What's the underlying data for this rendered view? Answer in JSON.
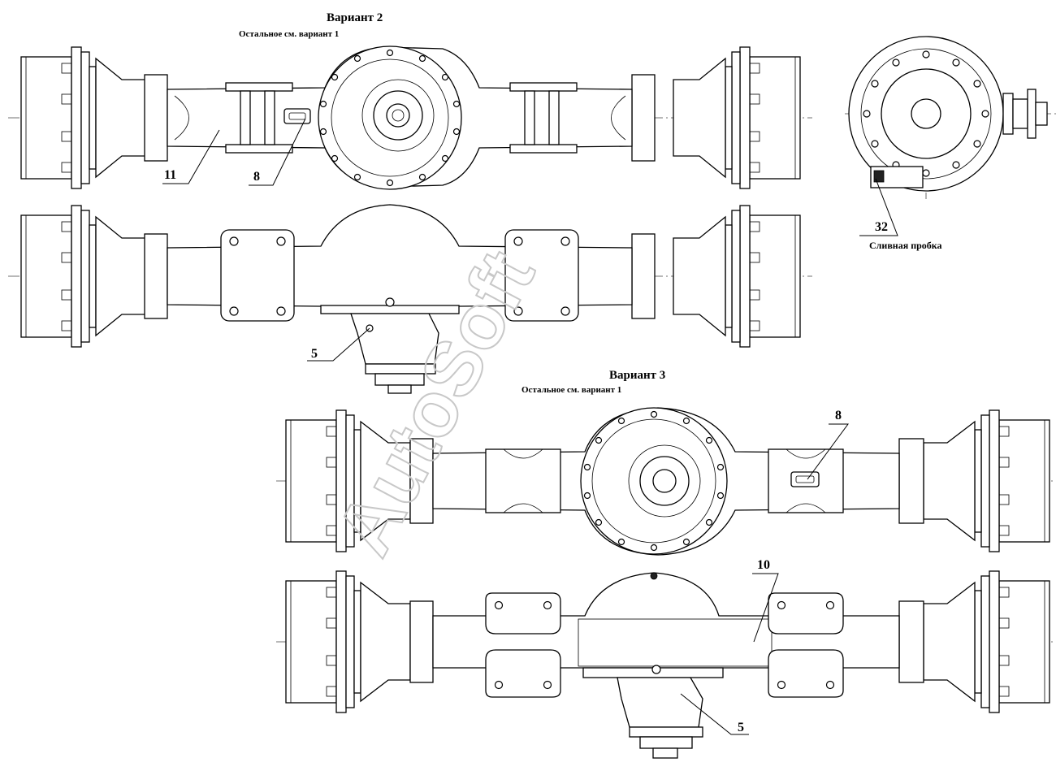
{
  "headings": {
    "variant2_title": "Вариант 2",
    "variant2_note": "Остальное см. вариант 1",
    "variant3_title": "Вариант 3",
    "variant3_note": "Остальное см. вариант 1"
  },
  "callouts": {
    "v2_top_11": "11",
    "v2_top_8": "8",
    "v2_bottom_5": "5",
    "end_view_32": "32",
    "end_view_caption": "Сливная пробка",
    "v3_top_8": "8",
    "v3_bottom_10": "10",
    "v3_bottom_5": "5"
  },
  "watermark": "AutoSoft"
}
